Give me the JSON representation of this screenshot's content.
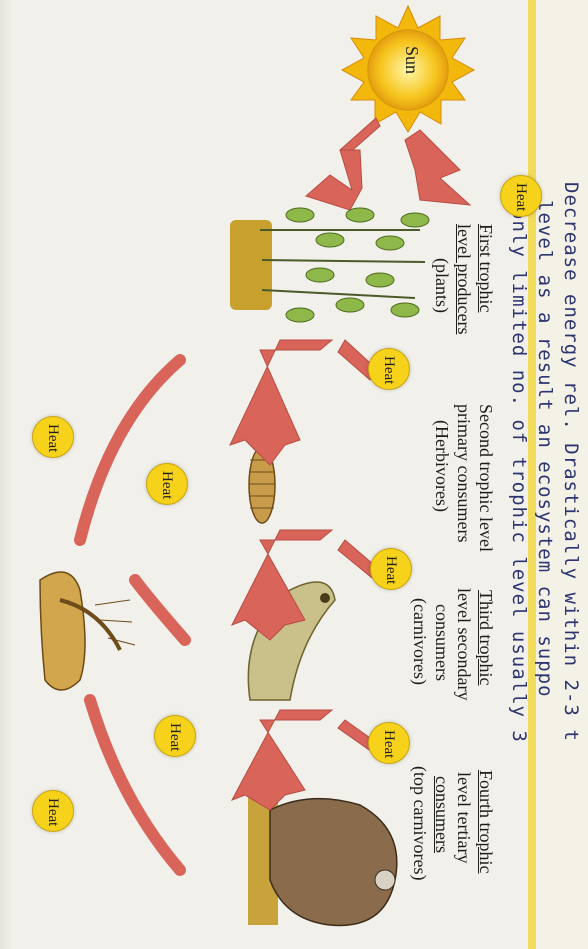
{
  "handwritten_notes": {
    "line1": "Decrease energy rel. Drastically within 2-3 t",
    "line2": "level as a result an ecosystem can suppo",
    "line3": "only limited no. of trophic level usually 3"
  },
  "sun": {
    "label": "Sun"
  },
  "heat_label": "Heat",
  "trophic_levels": [
    {
      "title": "First trophic",
      "line2": "level producers",
      "group": "(plants)"
    },
    {
      "title": "Second trophic level",
      "line2": "primary consumers",
      "group": "(Herbivores)"
    },
    {
      "title": "Third trophic",
      "line2": "level secondary",
      "line3": "consumers",
      "group": "(carnivores)"
    },
    {
      "title": "Fourth trophic",
      "line2": "level tertiary",
      "line3": "consumers",
      "group": "(top carnivores)"
    }
  ],
  "colors": {
    "arrow": "#d9655a",
    "heat_fill": "#f7d21a",
    "sun_fill": "#f6c51d",
    "band": "#f1dc5e",
    "ink": "#2c3570"
  }
}
